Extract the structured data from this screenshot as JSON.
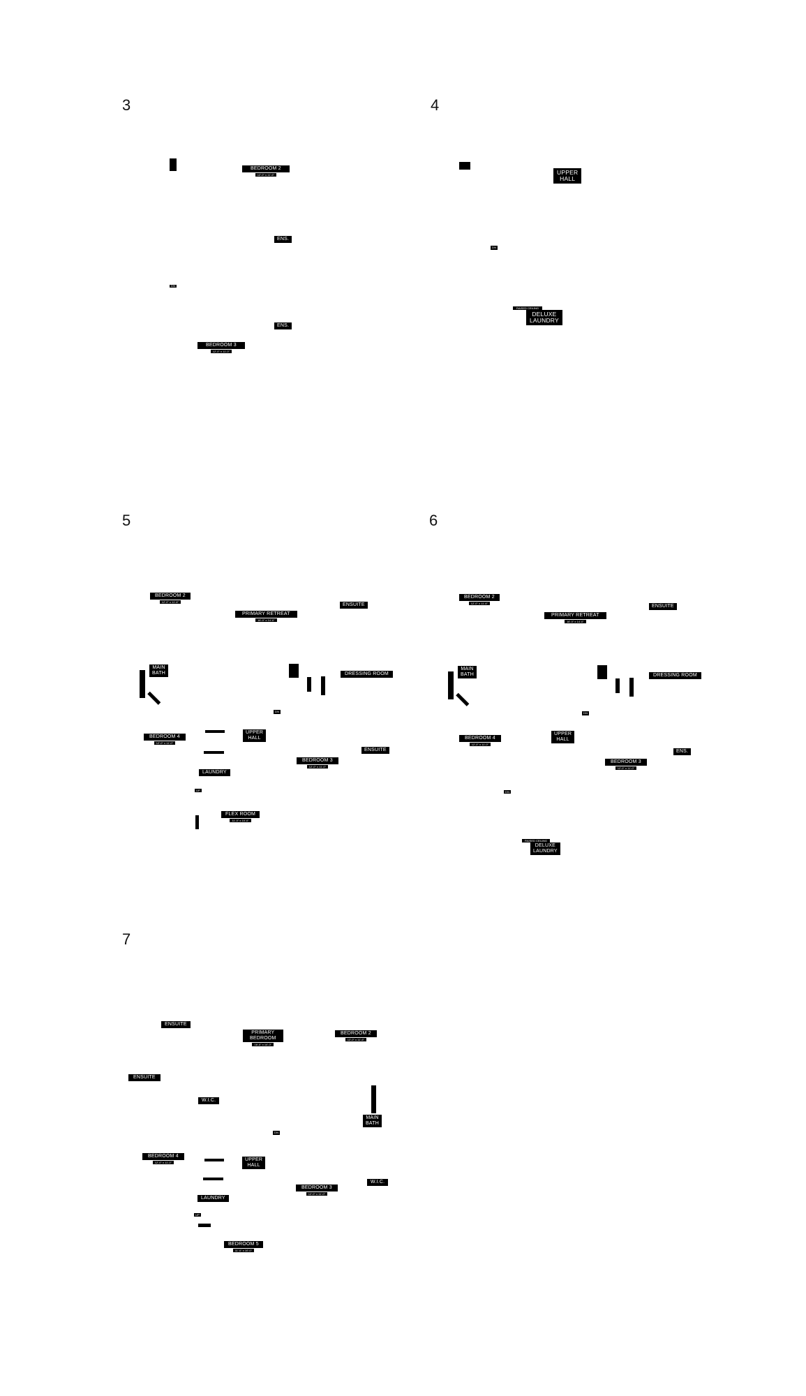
{
  "panels": [
    {
      "number": "3",
      "labels": [
        {
          "id": "bedroom-2",
          "text": "BEDROOM 2",
          "dim": "12'-0\" x 11'-6\""
        },
        {
          "id": "ens-1",
          "text": "ENS."
        },
        {
          "id": "ens-2",
          "text": "ENS."
        },
        {
          "id": "bedroom-3",
          "text": "BEDROOM 3",
          "dim": "12'-0\" x 11'-0\""
        },
        {
          "id": "dn",
          "text": "DN"
        }
      ]
    },
    {
      "number": "4",
      "labels": [
        {
          "id": "upper-hall",
          "text": "UPPER\nHALL"
        },
        {
          "id": "dn",
          "text": "DN"
        },
        {
          "id": "raised-ceiling",
          "text": "RAISED CEILING"
        },
        {
          "id": "deluxe-laundry",
          "text": "DELUXE\nLAUNDRY"
        }
      ]
    },
    {
      "number": "5",
      "labels": [
        {
          "id": "bedroom-2",
          "text": "BEDROOM 2",
          "dim": "12'-0\" x 11'-6\""
        },
        {
          "id": "primary-retreat",
          "text": "PRIMARY RETREAT",
          "dim": "16'-0\" x 14'-0\""
        },
        {
          "id": "ensuite-1",
          "text": "ENSUITE"
        },
        {
          "id": "main-bath",
          "text": "MAIN\nBATH"
        },
        {
          "id": "dressing-room",
          "text": "DRESSING ROOM"
        },
        {
          "id": "bedroom-4",
          "text": "BEDROOM 4",
          "dim": "12'-0\" x 11'-0\""
        },
        {
          "id": "upper-hall",
          "text": "UPPER\nHALL"
        },
        {
          "id": "ensuite-2",
          "text": "ENSUITE"
        },
        {
          "id": "bedroom-3",
          "text": "BEDROOM 3",
          "dim": "12'-0\" x 11'-0\""
        },
        {
          "id": "laundry",
          "text": "LAUNDRY"
        },
        {
          "id": "flex-room",
          "text": "FLEX ROOM",
          "dim": "11'-0\" x 10'-0\""
        },
        {
          "id": "dn",
          "text": "DN"
        },
        {
          "id": "up",
          "text": "UP"
        }
      ]
    },
    {
      "number": "6",
      "labels": [
        {
          "id": "bedroom-2",
          "text": "BEDROOM 2",
          "dim": "12'-0\" x 11'-6\""
        },
        {
          "id": "primary-retreat",
          "text": "PRIMARY RETREAT",
          "dim": "16'-0\" x 14'-0\""
        },
        {
          "id": "ensuite",
          "text": "ENSUITE"
        },
        {
          "id": "main-bath",
          "text": "MAIN\nBATH"
        },
        {
          "id": "dressing-room",
          "text": "DRESSING ROOM"
        },
        {
          "id": "upper-hall",
          "text": "UPPER\nHALL"
        },
        {
          "id": "bedroom-4",
          "text": "BEDROOM 4",
          "dim": "12'-0\" x 11'-0\""
        },
        {
          "id": "bedroom-3",
          "text": "BEDROOM 3",
          "dim": "12'-0\" x 11'-0\""
        },
        {
          "id": "ens",
          "text": "ENS."
        },
        {
          "id": "dn",
          "text": "DN"
        },
        {
          "id": "raised-ceiling",
          "text": "RAISED CEILING"
        },
        {
          "id": "deluxe-laundry",
          "text": "DELUXE\nLAUNDRY"
        }
      ]
    },
    {
      "number": "7",
      "labels": [
        {
          "id": "ensuite-1",
          "text": "ENSUITE"
        },
        {
          "id": "primary-bedroom",
          "text": "PRIMARY\nBEDROOM",
          "dim": "16'-0\" x 14'-0\""
        },
        {
          "id": "bedroom-2",
          "text": "BEDROOM 2",
          "dim": "12'-0\" x 11'-6\""
        },
        {
          "id": "ensuite-2",
          "text": "ENSUITE"
        },
        {
          "id": "wic-1",
          "text": "W.I.C."
        },
        {
          "id": "main-bath",
          "text": "MAIN\nBATH"
        },
        {
          "id": "bedroom-4",
          "text": "BEDROOM 4",
          "dim": "12'-0\" x 11'-0\""
        },
        {
          "id": "upper-hall",
          "text": "UPPER\nHALL"
        },
        {
          "id": "bedroom-3",
          "text": "BEDROOM 3",
          "dim": "12'-0\" x 11'-0\""
        },
        {
          "id": "wic-2",
          "text": "W.I.C."
        },
        {
          "id": "laundry",
          "text": "LAUNDRY"
        },
        {
          "id": "bedroom-5",
          "text": "BEDROOM 5",
          "dim": "11'-0\" x 10'-0\""
        },
        {
          "id": "dn",
          "text": "DN"
        },
        {
          "id": "up",
          "text": "UP"
        }
      ]
    }
  ]
}
